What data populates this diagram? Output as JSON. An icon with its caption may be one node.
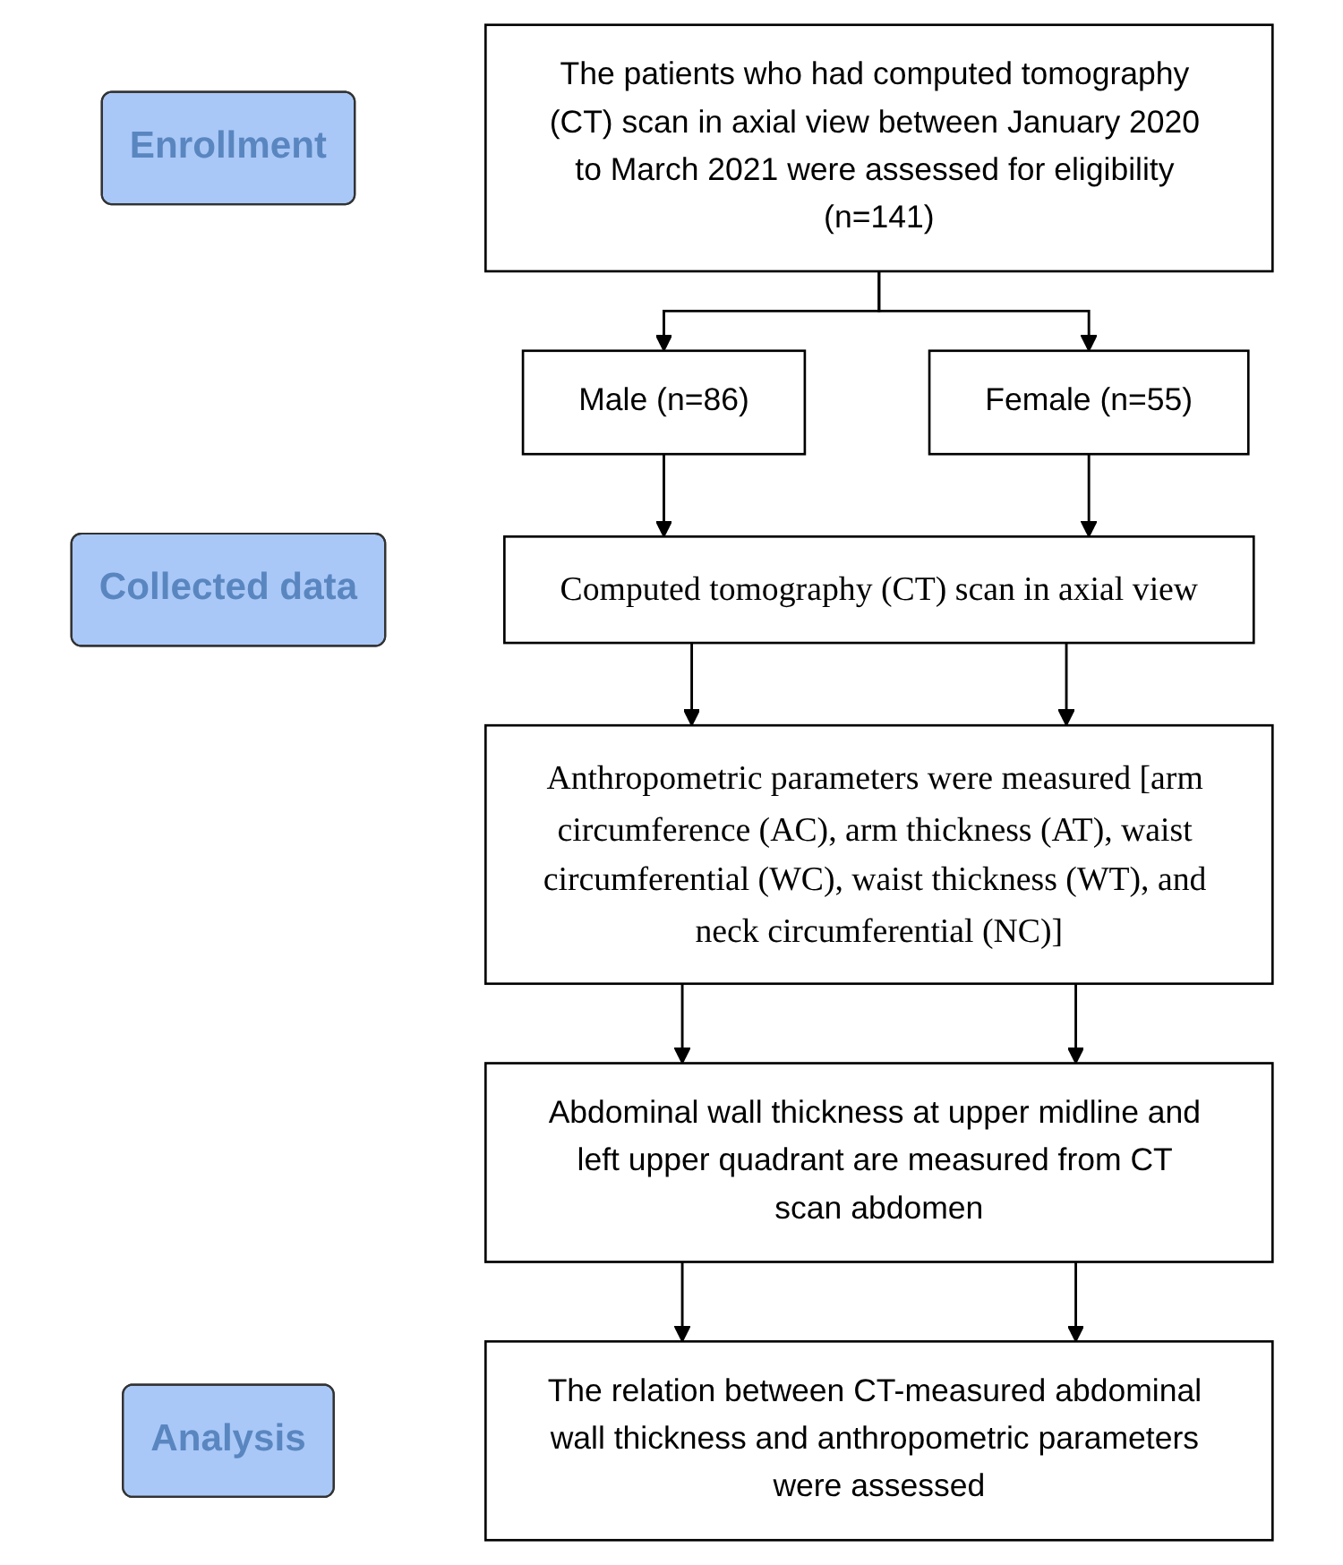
{
  "diagram": {
    "nodes": [
      {
        "text": [
          "Enrollment"
        ]
      },
      {
        "text": [
          "The patients who had computed tomography (CT) scan in axial view between January 2020 to March 2021 were assessed for eligibility (n=141)"
        ]
      },
      {
        "text": [
          "Male (n=86)"
        ]
      },
      {
        "text": [
          "Female (n=55)"
        ]
      },
      {
        "text": [
          "Collected data"
        ]
      },
      {
        "text": [
          "Computed tomography (CT) scan in axial view"
        ]
      },
      {
        "text": [
          "Anthropometric parameters were measured [arm circumference (AC), arm thickness (AT), waist circumferential (WC), waist thickness (WT), and neck circumferential (NC)]"
        ]
      },
      {
        "text": [
          "Abdominal wall thickness at upper midline and left upper quadrant are measured from CT scan abdomen"
        ]
      },
      {
        "text": [
          "Analysis"
        ]
      },
      {
        "text": [
          "The relation between CT-measured abdominal wall thickness and anthropometric parameters were assessed"
        ]
      }
    ],
    "edges": [
      {
        "from": 1,
        "to": 2,
        "arrow": "to"
      },
      {
        "from": 1,
        "to": 3,
        "arrow": "to"
      },
      {
        "from": 2,
        "to": 5,
        "arrow": "to"
      },
      {
        "from": 3,
        "to": 5,
        "arrow": "to"
      },
      {
        "from": 5,
        "to": 6,
        "arrow": "to"
      },
      {
        "from": 5,
        "to": 6,
        "arrow": "to"
      },
      {
        "from": 6,
        "to": 7,
        "arrow": "to"
      },
      {
        "from": 6,
        "to": 7,
        "arrow": "to"
      },
      {
        "from": 7,
        "to": 9,
        "arrow": "to"
      },
      {
        "from": 7,
        "to": 9,
        "arrow": "to"
      }
    ]
  }
}
